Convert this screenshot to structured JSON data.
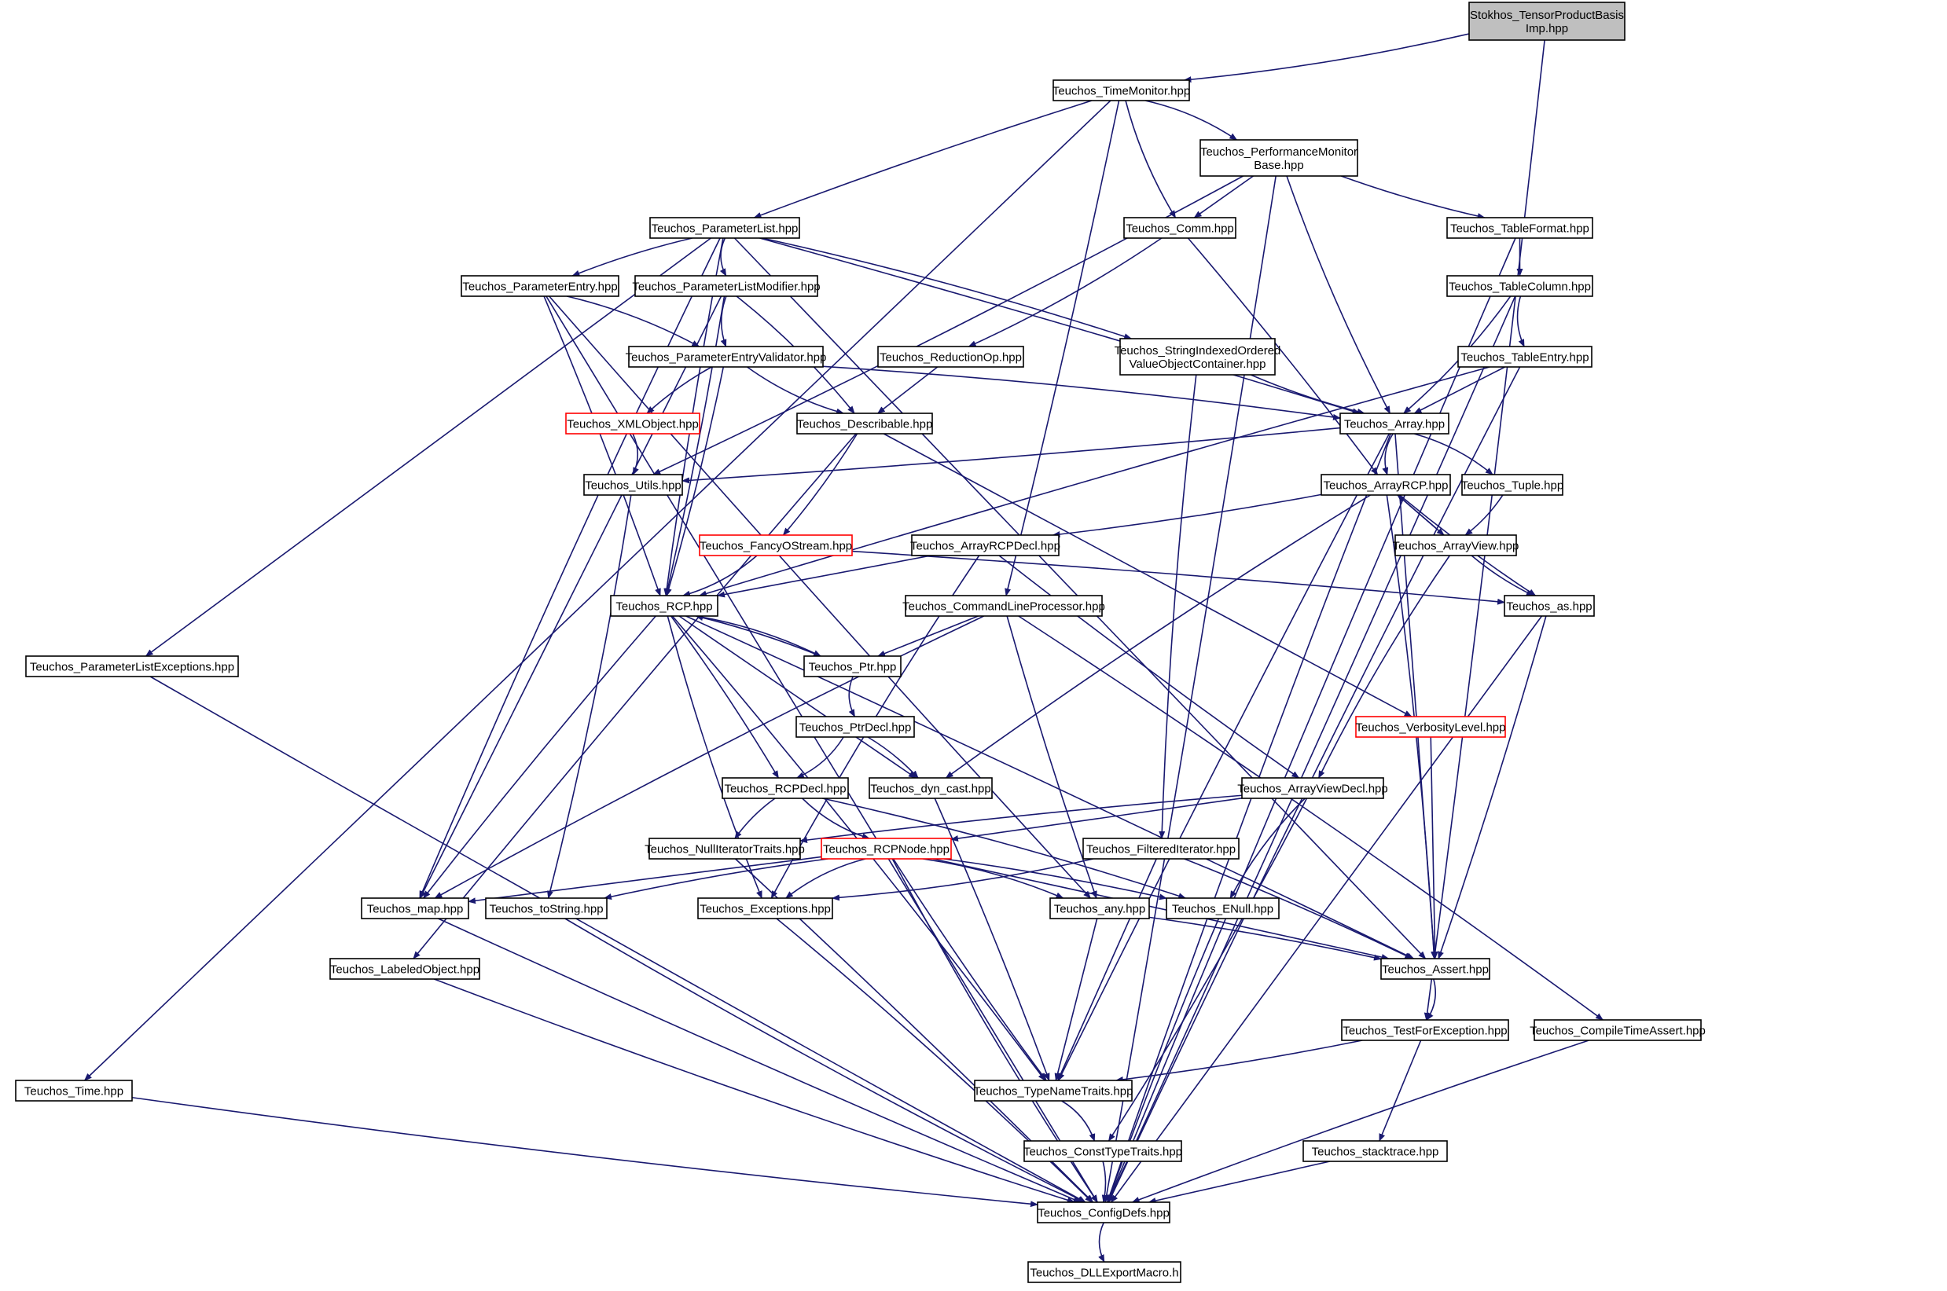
{
  "graph": {
    "nodes": [
      {
        "id": "tpb",
        "lines": [
          "Stokhos_TensorProductBasis",
          "Imp.hpp"
        ],
        "style": "root"
      },
      {
        "id": "timemonitor",
        "lines": [
          "Teuchos_TimeMonitor.hpp"
        ]
      },
      {
        "id": "perfmon",
        "lines": [
          "Teuchos_PerformanceMonitor",
          "Base.hpp"
        ]
      },
      {
        "id": "paramlist",
        "lines": [
          "Teuchos_ParameterList.hpp"
        ]
      },
      {
        "id": "comm",
        "lines": [
          "Teuchos_Comm.hpp"
        ]
      },
      {
        "id": "tableformat",
        "lines": [
          "Teuchos_TableFormat.hpp"
        ]
      },
      {
        "id": "paramentry",
        "lines": [
          "Teuchos_ParameterEntry.hpp"
        ]
      },
      {
        "id": "plmodifier",
        "lines": [
          "Teuchos_ParameterListModifier.hpp"
        ]
      },
      {
        "id": "tablecolumn",
        "lines": [
          "Teuchos_TableColumn.hpp"
        ]
      },
      {
        "id": "pevalidator",
        "lines": [
          "Teuchos_ParameterEntryValidator.hpp"
        ]
      },
      {
        "id": "reductionop",
        "lines": [
          "Teuchos_ReductionOp.hpp"
        ]
      },
      {
        "id": "sivoc",
        "lines": [
          "Teuchos_StringIndexedOrdered",
          "ValueObjectContainer.hpp"
        ]
      },
      {
        "id": "tableentry",
        "lines": [
          "Teuchos_TableEntry.hpp"
        ]
      },
      {
        "id": "xmlobject",
        "lines": [
          "Teuchos_XMLObject.hpp"
        ],
        "style": "red"
      },
      {
        "id": "describable",
        "lines": [
          "Teuchos_Describable.hpp"
        ]
      },
      {
        "id": "array",
        "lines": [
          "Teuchos_Array.hpp"
        ]
      },
      {
        "id": "utils",
        "lines": [
          "Teuchos_Utils.hpp"
        ]
      },
      {
        "id": "arrayrcp",
        "lines": [
          "Teuchos_ArrayRCP.hpp"
        ]
      },
      {
        "id": "tuple",
        "lines": [
          "Teuchos_Tuple.hpp"
        ]
      },
      {
        "id": "fancyostream",
        "lines": [
          "Teuchos_FancyOStream.hpp"
        ],
        "style": "red"
      },
      {
        "id": "arrayrcpdecl",
        "lines": [
          "Teuchos_ArrayRCPDecl.hpp"
        ]
      },
      {
        "id": "arrayview",
        "lines": [
          "Teuchos_ArrayView.hpp"
        ]
      },
      {
        "id": "rcp",
        "lines": [
          "Teuchos_RCP.hpp"
        ]
      },
      {
        "id": "clp",
        "lines": [
          "Teuchos_CommandLineProcessor.hpp"
        ]
      },
      {
        "id": "as",
        "lines": [
          "Teuchos_as.hpp"
        ]
      },
      {
        "id": "plexceptions",
        "lines": [
          "Teuchos_ParameterListExceptions.hpp"
        ]
      },
      {
        "id": "ptr",
        "lines": [
          "Teuchos_Ptr.hpp"
        ]
      },
      {
        "id": "ptrdecl",
        "lines": [
          "Teuchos_PtrDecl.hpp"
        ]
      },
      {
        "id": "verbosity",
        "lines": [
          "Teuchos_VerbosityLevel.hpp"
        ],
        "style": "red"
      },
      {
        "id": "rcpdecl",
        "lines": [
          "Teuchos_RCPDecl.hpp"
        ]
      },
      {
        "id": "dyncast",
        "lines": [
          "Teuchos_dyn_cast.hpp"
        ]
      },
      {
        "id": "arrayviewdecl",
        "lines": [
          "Teuchos_ArrayViewDecl.hpp"
        ]
      },
      {
        "id": "nulliter",
        "lines": [
          "Teuchos_NullIteratorTraits.hpp"
        ]
      },
      {
        "id": "rcpnode",
        "lines": [
          "Teuchos_RCPNode.hpp"
        ],
        "style": "red"
      },
      {
        "id": "filterediter",
        "lines": [
          "Teuchos_FilteredIterator.hpp"
        ]
      },
      {
        "id": "map",
        "lines": [
          "Teuchos_map.hpp"
        ]
      },
      {
        "id": "tostring",
        "lines": [
          "Teuchos_toString.hpp"
        ]
      },
      {
        "id": "exceptions",
        "lines": [
          "Teuchos_Exceptions.hpp"
        ]
      },
      {
        "id": "any",
        "lines": [
          "Teuchos_any.hpp"
        ]
      },
      {
        "id": "enull",
        "lines": [
          "Teuchos_ENull.hpp"
        ]
      },
      {
        "id": "labeled",
        "lines": [
          "Teuchos_LabeledObject.hpp"
        ]
      },
      {
        "id": "assert",
        "lines": [
          "Teuchos_Assert.hpp"
        ]
      },
      {
        "id": "testforexc",
        "lines": [
          "Teuchos_TestForException.hpp"
        ]
      },
      {
        "id": "compiletime",
        "lines": [
          "Teuchos_CompileTimeAssert.hpp"
        ]
      },
      {
        "id": "time",
        "lines": [
          "Teuchos_Time.hpp"
        ]
      },
      {
        "id": "typename",
        "lines": [
          "Teuchos_TypeNameTraits.hpp"
        ]
      },
      {
        "id": "consttype",
        "lines": [
          "Teuchos_ConstTypeTraits.hpp"
        ]
      },
      {
        "id": "stacktrace",
        "lines": [
          "Teuchos_stacktrace.hpp"
        ]
      },
      {
        "id": "configdefs",
        "lines": [
          "Teuchos_ConfigDefs.hpp"
        ]
      },
      {
        "id": "dllexport",
        "lines": [
          "Teuchos_DLLExportMacro.h"
        ]
      }
    ],
    "edges": [
      [
        "tpb",
        "timemonitor"
      ],
      [
        "tpb",
        "testforexc"
      ],
      [
        "timemonitor",
        "time"
      ],
      [
        "timemonitor",
        "paramlist"
      ],
      [
        "timemonitor",
        "comm"
      ],
      [
        "timemonitor",
        "perfmon"
      ],
      [
        "timemonitor",
        "clp"
      ],
      [
        "perfmon",
        "comm"
      ],
      [
        "perfmon",
        "tableformat"
      ],
      [
        "perfmon",
        "array"
      ],
      [
        "perfmon",
        "utils"
      ],
      [
        "perfmon",
        "configdefs"
      ],
      [
        "paramlist",
        "plexceptions"
      ],
      [
        "paramlist",
        "paramentry"
      ],
      [
        "paramlist",
        "plmodifier"
      ],
      [
        "paramlist",
        "sivoc"
      ],
      [
        "paramlist",
        "array"
      ],
      [
        "paramlist",
        "assert"
      ],
      [
        "paramlist",
        "rcp"
      ],
      [
        "paramlist",
        "map"
      ],
      [
        "comm",
        "reductionop"
      ],
      [
        "comm",
        "arrayrcp"
      ],
      [
        "tableformat",
        "tablecolumn"
      ],
      [
        "tableformat",
        "configdefs"
      ],
      [
        "tablecolumn",
        "tableentry"
      ],
      [
        "tablecolumn",
        "array"
      ],
      [
        "tablecolumn",
        "configdefs"
      ],
      [
        "tableentry",
        "array"
      ],
      [
        "tableentry",
        "rcp"
      ],
      [
        "tableentry",
        "configdefs"
      ],
      [
        "paramentry",
        "pevalidator"
      ],
      [
        "paramentry",
        "rcp"
      ],
      [
        "paramentry",
        "configdefs"
      ],
      [
        "paramentry",
        "any"
      ],
      [
        "plmodifier",
        "pevalidator"
      ],
      [
        "plmodifier",
        "describable"
      ],
      [
        "plmodifier",
        "rcp"
      ],
      [
        "plmodifier",
        "map"
      ],
      [
        "pevalidator",
        "xmlobject"
      ],
      [
        "pevalidator",
        "describable"
      ],
      [
        "pevalidator",
        "array"
      ],
      [
        "pevalidator",
        "rcp"
      ],
      [
        "reductionop",
        "describable"
      ],
      [
        "sivoc",
        "array"
      ],
      [
        "sivoc",
        "filterediter"
      ],
      [
        "xmlobject",
        "utils"
      ],
      [
        "describable",
        "fancyostream"
      ],
      [
        "describable",
        "verbosity"
      ],
      [
        "describable",
        "labeled"
      ],
      [
        "array",
        "arrayrcp"
      ],
      [
        "array",
        "tuple"
      ],
      [
        "array",
        "utils"
      ],
      [
        "array",
        "assert"
      ],
      [
        "array",
        "typename"
      ],
      [
        "array",
        "configdefs"
      ],
      [
        "utils",
        "tostring"
      ],
      [
        "arrayrcp",
        "arrayrcpdecl"
      ],
      [
        "arrayrcp",
        "arrayview"
      ],
      [
        "arrayrcp",
        "as"
      ],
      [
        "arrayrcp",
        "dyncast"
      ],
      [
        "arrayrcp",
        "assert"
      ],
      [
        "tuple",
        "arrayview"
      ],
      [
        "arrayview",
        "arrayrcp"
      ],
      [
        "arrayview",
        "as"
      ],
      [
        "arrayview",
        "arrayviewdecl"
      ],
      [
        "fancyostream",
        "rcp"
      ],
      [
        "fancyostream",
        "as"
      ],
      [
        "arrayrcpdecl",
        "rcp"
      ],
      [
        "arrayrcpdecl",
        "arrayviewdecl"
      ],
      [
        "arrayrcpdecl",
        "exceptions"
      ],
      [
        "rcp",
        "ptr"
      ],
      [
        "rcp",
        "rcpdecl"
      ],
      [
        "rcp",
        "dyncast"
      ],
      [
        "rcp",
        "map"
      ],
      [
        "rcp",
        "exceptions"
      ],
      [
        "rcp",
        "typename"
      ],
      [
        "rcp",
        "assert"
      ],
      [
        "clp",
        "ptr"
      ],
      [
        "clp",
        "any"
      ],
      [
        "clp",
        "map"
      ],
      [
        "clp",
        "compiletime"
      ],
      [
        "as",
        "assert"
      ],
      [
        "as",
        "configdefs"
      ],
      [
        "ptr",
        "rcp"
      ],
      [
        "ptr",
        "ptrdecl"
      ],
      [
        "ptrdecl",
        "rcpdecl"
      ],
      [
        "ptrdecl",
        "dyncast"
      ],
      [
        "verbosity",
        "assert"
      ],
      [
        "rcpdecl",
        "nulliter"
      ],
      [
        "rcpdecl",
        "rcpnode"
      ],
      [
        "rcpdecl",
        "enull"
      ],
      [
        "dyncast",
        "typename"
      ],
      [
        "arrayviewdecl",
        "rcpnode"
      ],
      [
        "arrayviewdecl",
        "nulliter"
      ],
      [
        "arrayviewdecl",
        "enull"
      ],
      [
        "arrayviewdecl",
        "consttype"
      ],
      [
        "nulliter",
        "configdefs"
      ],
      [
        "rcpnode",
        "map"
      ],
      [
        "rcpnode",
        "tostring"
      ],
      [
        "rcpnode",
        "exceptions"
      ],
      [
        "rcpnode",
        "any"
      ],
      [
        "rcpnode",
        "enull"
      ],
      [
        "rcpnode",
        "assert"
      ],
      [
        "rcpnode",
        "typename"
      ],
      [
        "rcpnode",
        "configdefs"
      ],
      [
        "filterediter",
        "exceptions"
      ],
      [
        "filterediter",
        "assert"
      ],
      [
        "filterediter",
        "typename"
      ],
      [
        "map",
        "configdefs"
      ],
      [
        "tostring",
        "configdefs"
      ],
      [
        "exceptions",
        "configdefs"
      ],
      [
        "any",
        "assert"
      ],
      [
        "any",
        "typename"
      ],
      [
        "enull",
        "configdefs"
      ],
      [
        "labeled",
        "configdefs"
      ],
      [
        "assert",
        "testforexc"
      ],
      [
        "testforexc",
        "typename"
      ],
      [
        "testforexc",
        "stacktrace"
      ],
      [
        "compiletime",
        "configdefs"
      ],
      [
        "time",
        "configdefs"
      ],
      [
        "typename",
        "consttype"
      ],
      [
        "consttype",
        "configdefs"
      ],
      [
        "stacktrace",
        "configdefs"
      ],
      [
        "plexceptions",
        "configdefs"
      ],
      [
        "configdefs",
        "dllexport"
      ]
    ]
  }
}
